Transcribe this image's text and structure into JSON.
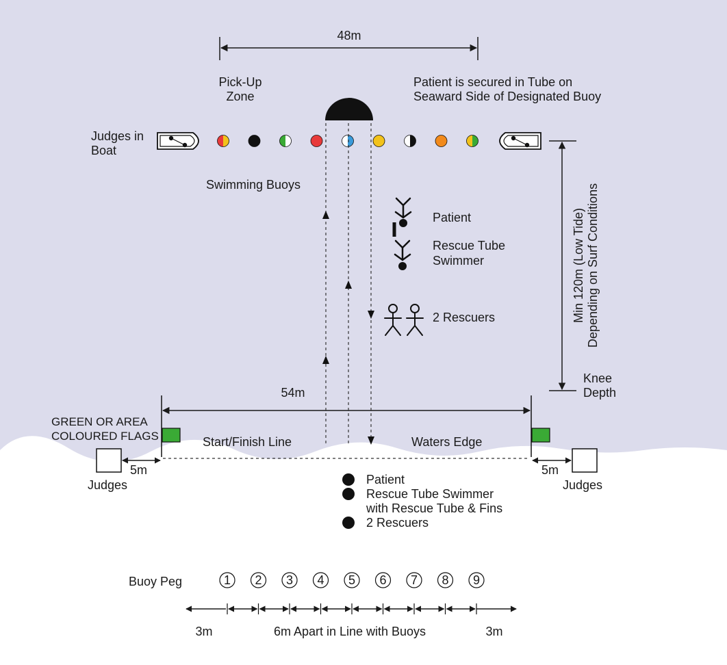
{
  "colors": {
    "water": "#dcdcec",
    "sand": "#ffffff",
    "flag": "#3aaa35",
    "ink": "#1a1a1a"
  },
  "labels": {
    "dist_48": "48m",
    "pickup_1": "Pick-Up",
    "pickup_2": "Zone",
    "secured_1": "Patient is secured in Tube on",
    "secured_2": "Seaward Side of Designated Buoy",
    "judges_boat_1": "Judges in",
    "judges_boat_2": "Boat",
    "swimming_buoys": "Swimming Buoys",
    "patient": "Patient",
    "rescue_tube_1": "Rescue Tube",
    "rescue_tube_2": "Swimmer",
    "two_rescuers": "2 Rescuers",
    "min_120_1": "Min 120m (Low Tide)",
    "min_120_2": "Depending on Surf Conditions",
    "knee_1": "Knee",
    "knee_2": "Depth",
    "dist_54": "54m",
    "flags_1": "GREEN OR AREA",
    "flags_2": "COLOURED FLAGS",
    "start_finish": "Start/Finish Line",
    "waters_edge": "Waters Edge",
    "dist_5_left": "5m",
    "dist_5_right": "5m",
    "judges_left": "Judges",
    "judges_right": "Judges"
  },
  "legend": [
    {
      "label": "Patient"
    },
    {
      "label": "Rescue Tube Swimmer"
    },
    {
      "label": "with Rescue Tube & Fins"
    },
    {
      "label": "2 Rescuers"
    }
  ],
  "pegs": {
    "title": "Buoy Peg",
    "numbers": [
      "1",
      "2",
      "3",
      "4",
      "5",
      "6",
      "7",
      "8",
      "9"
    ],
    "left_dist": "3m",
    "middle_dist": "6m Apart in Line with Buoys",
    "right_dist": "3m"
  },
  "buoys": [
    {
      "left": "#e83a3a",
      "right": "#f2c21b"
    },
    {
      "left": "#111111",
      "right": "#111111"
    },
    {
      "left": "#3aaa35",
      "right": "#ffffff"
    },
    {
      "left": "#e83a3a",
      "right": "#e83a3a"
    },
    {
      "left": "#ffffff",
      "right": "#3a9ad9"
    },
    {
      "left": "#f2c21b",
      "right": "#f2c21b"
    },
    {
      "left": "#ffffff",
      "right": "#111111"
    },
    {
      "left": "#f28a1b",
      "right": "#f28a1b"
    },
    {
      "left": "#f2c21b",
      "right": "#3aaa35"
    }
  ]
}
